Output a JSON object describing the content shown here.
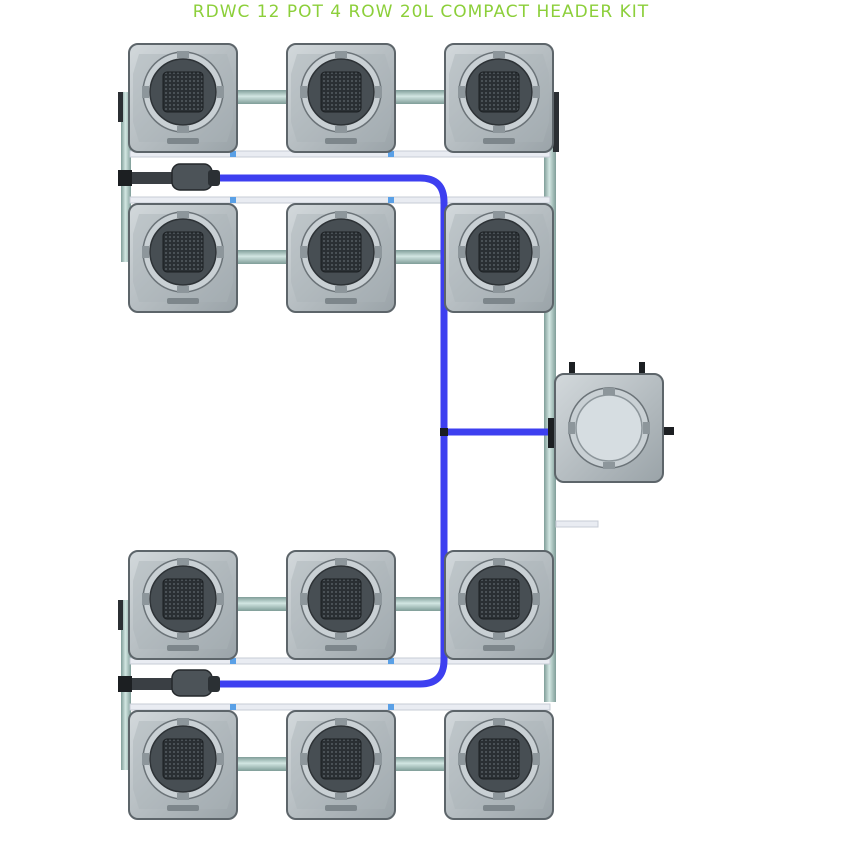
{
  "title": "RDWC 12 POT 4 ROW 20L COMPACT HEADER KIT",
  "colors": {
    "title": "#8ccf3a",
    "pot_body": "#b9c2c7",
    "pot_edge": "#5d656a",
    "lid": "#3c4348",
    "net": "#23282c",
    "pipe_grey": "#a8c3be",
    "blue_line": "#3d3ff0",
    "white_pipe": "#e9ecf2"
  },
  "layout": {
    "pots": 12,
    "rows": 4,
    "pots_per_row": 3,
    "header_tank": 1
  }
}
